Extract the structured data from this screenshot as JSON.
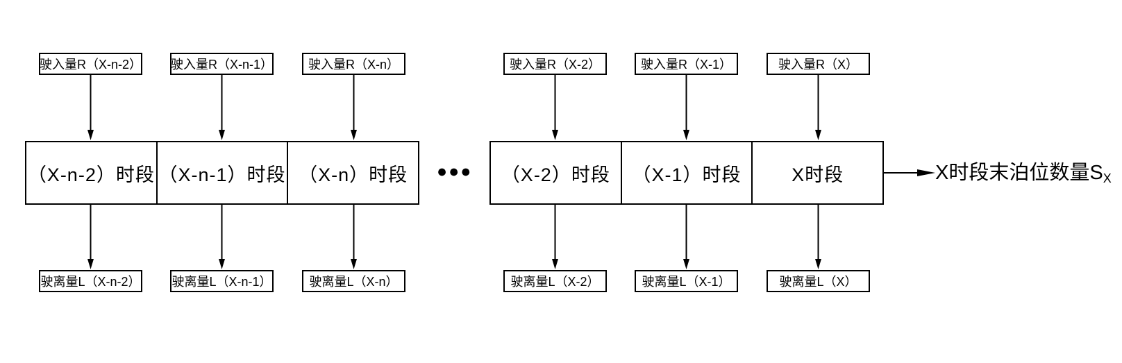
{
  "diagram": {
    "ellipsis": "●●●",
    "result_label": {
      "text": "X时段末泊位数量S",
      "subscript": "X"
    },
    "columns": [
      {
        "entry": "驶入量R（X-n-2）",
        "period": "（X-n-2）时段",
        "exit": "驶离量L（X-n-2）"
      },
      {
        "entry": "驶入量R（X-n-1）",
        "period": "（X-n-1）时段",
        "exit": "驶离量L（X-n-1）"
      },
      {
        "entry": "驶入量R（X-n）",
        "period": "（X-n）时段",
        "exit": "驶离量L（X-n）"
      },
      {
        "entry": "驶入量R（X-2）",
        "period": "（X-2）时段",
        "exit": "驶离量L（X-2）"
      },
      {
        "entry": "驶入量R（X-1）",
        "period": "（X-1）时段",
        "exit": "驶离量L（X-1）"
      },
      {
        "entry": "驶入量R（X）",
        "period": "X时段",
        "exit": "驶离量L（X）"
      }
    ],
    "colors": {
      "line": "#000000",
      "background": "#ffffff"
    }
  }
}
